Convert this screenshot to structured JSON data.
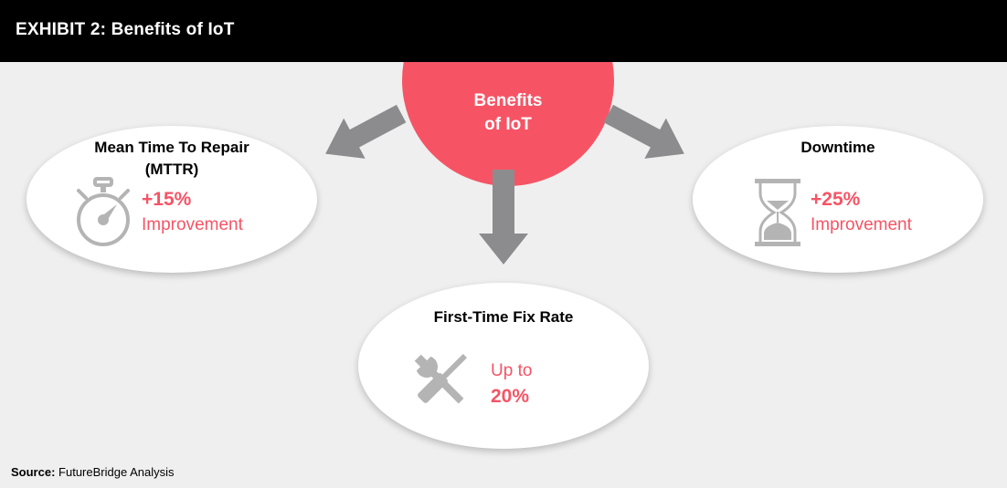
{
  "header": {
    "title": "EXHIBIT 2: Benefits of IoT"
  },
  "center": {
    "line1": "Benefits",
    "line2": "of IoT"
  },
  "benefits": {
    "mttr": {
      "title_line1": "Mean Time To Repair",
      "title_line2": "(MTTR)",
      "value": "+15%",
      "caption": "Improvement",
      "icon": "stopwatch-icon"
    },
    "downtime": {
      "title": "Downtime",
      "value": "+25%",
      "caption": "Improvement",
      "icon": "hourglass-icon"
    },
    "first_time_fix": {
      "title": "First-Time Fix Rate",
      "caption": "Up to",
      "value": "20%",
      "icon": "tools-icon"
    }
  },
  "source": {
    "label": "Source:",
    "text": "FutureBridge Analysis"
  },
  "colors": {
    "accent": "#f65465",
    "arrow": "#8c8c8e",
    "icon": "#b4b4b4",
    "panel": "#efefef"
  }
}
